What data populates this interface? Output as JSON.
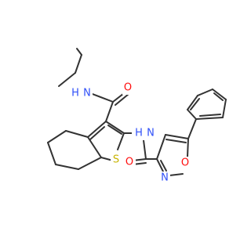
{
  "molecule": {
    "atoms": {
      "nh_top": "N",
      "nh_top_h": "H",
      "o_top": "O",
      "nh_mid": "N",
      "nh_mid_h": "H",
      "s_ring": "S",
      "o_amide": "O",
      "n_isox": "N",
      "o_isox": "O"
    },
    "colors": {
      "bond": "#333333",
      "nitrogen": "#3050F8",
      "oxygen": "#FF0D0D",
      "sulfur": "#C8B400"
    }
  }
}
